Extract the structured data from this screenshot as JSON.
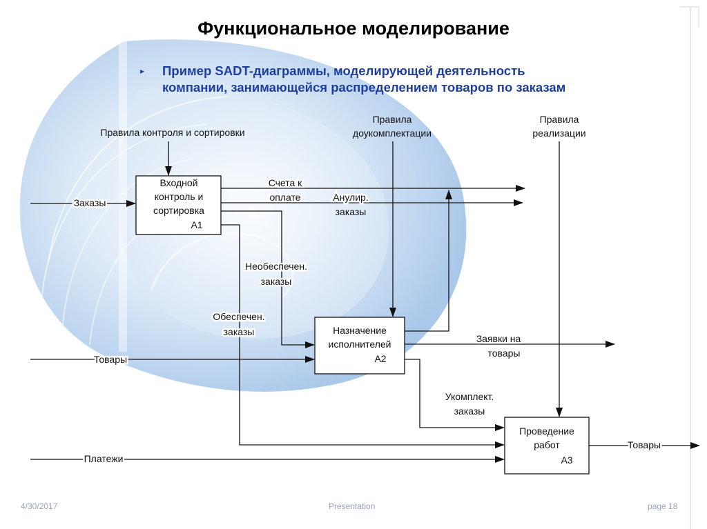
{
  "title": "Функциональное моделирование",
  "subtitle": {
    "line1": "Пример SADT-диаграммы, моделирующей деятельность",
    "line2": "компании, занимающейся распределением товаров по заказам"
  },
  "boxes": {
    "a1": {
      "lines": [
        "Входной",
        "контроль и",
        "сортировка"
      ],
      "code": "A1"
    },
    "a2": {
      "lines": [
        "Назначение",
        "исполнителей"
      ],
      "code": "A2"
    },
    "a3": {
      "lines": [
        "Проведение",
        "работ"
      ],
      "code": "A3"
    }
  },
  "labels": {
    "rules_control": "Правила контроля и сортировки",
    "rules_complete_1": "Правила",
    "rules_complete_2": "доукомплектации",
    "rules_sale_1": "Правила",
    "rules_sale_2": "реализации",
    "orders": "Заказы",
    "invoices_1": "Счета к",
    "invoices_2": "оплате",
    "cancelled_1": "Анулир.",
    "cancelled_2": "заказы",
    "unsecured_1": "Необеспечен.",
    "unsecured_2": "заказы",
    "secured_1": "Обеспечен.",
    "secured_2": "заказы",
    "goods_in": "Товары",
    "requests_1": "Заявки на",
    "requests_2": "товары",
    "completed_1": "Укомплект.",
    "completed_2": "заказы",
    "payments": "Платежи",
    "goods_out": "Товары"
  },
  "footer": {
    "date": "4/30/2017",
    "center": "Presentation",
    "page": "page 18"
  },
  "colors": {
    "title": "#000000",
    "subtitle": "#1f3fa0",
    "footer": "#9aa4b8",
    "background_shell": "#bcd6ef"
  }
}
